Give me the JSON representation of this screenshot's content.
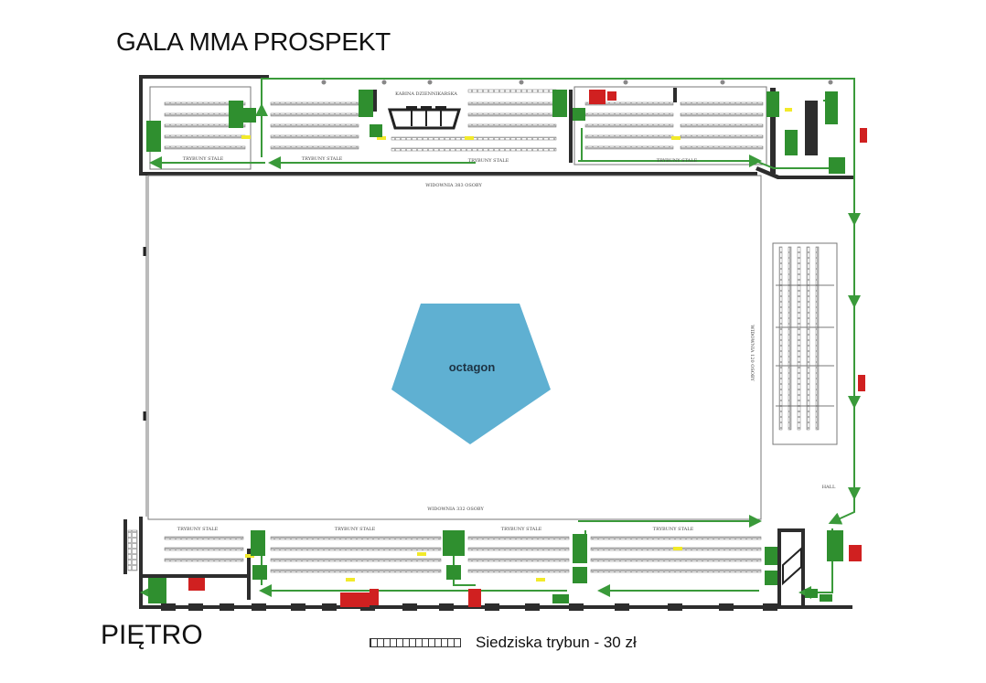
{
  "title": "GALA MMA PROSPEKT",
  "floor_label": "PIĘTRO",
  "legend": {
    "label": "Siedziska trybun - 30 zł"
  },
  "plan": {
    "octagon_label": "octagon",
    "labels": {
      "press_box": "KABINA DZIENNIKARSKA",
      "stands_top_left": "TRYBUNY STALE",
      "stands_top_mid": "TRYBUNY STALE",
      "stands_top_center": "TRYBUNY STALE",
      "stands_top_right": "TRYBUNY STALE",
      "audience_top": "WIDOWNIA 383 OSOBY",
      "audience_bottom": "WIDOWNIA 332 OSOBY",
      "audience_right": "WIDOWNIA 120 OSOBY",
      "stands_bottom_1": "TRYBUNY STALE",
      "stands_bottom_2": "TRYBUNY STALE",
      "stands_bottom_3": "TRYBUNY STALE",
      "stands_bottom_4": "TRYBUNY STALE",
      "hall": "HALL"
    }
  },
  "colors": {
    "octagon": "#5fb0d2",
    "exit_green": "#3a9a3a",
    "fire_red": "#d02020",
    "light_yellow": "#f2ea2a",
    "wall": "#333333"
  }
}
